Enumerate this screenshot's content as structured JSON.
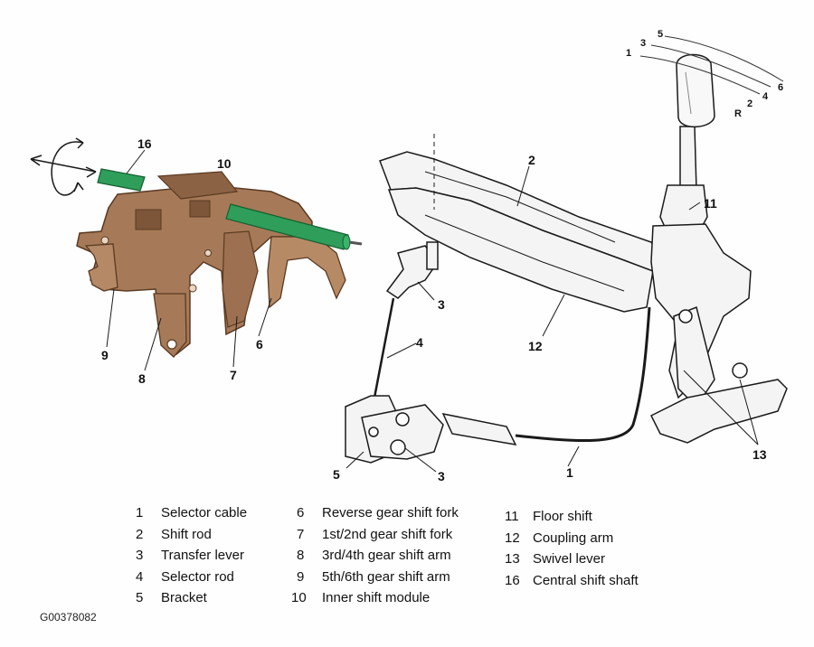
{
  "figure_id": "G00378082",
  "callouts": {
    "c1": "1",
    "c2": "2",
    "c3a": "3",
    "c3b": "3",
    "c4": "4",
    "c5": "5",
    "c6": "6",
    "c7": "7",
    "c8": "8",
    "c9": "9",
    "c10": "10",
    "c11": "11",
    "c12": "12",
    "c13": "13",
    "c16": "16"
  },
  "gear_positions": {
    "g1": "1",
    "g3": "3",
    "g5": "5",
    "gR": "R",
    "g2": "2",
    "g4": "4",
    "g6": "6"
  },
  "legend": [
    [
      {
        "num": "1",
        "text": "Selector cable"
      },
      {
        "num": "2",
        "text": "Shift rod"
      },
      {
        "num": "3",
        "text": "Transfer lever"
      },
      {
        "num": "4",
        "text": "Selector rod"
      },
      {
        "num": "5",
        "text": "Bracket"
      }
    ],
    [
      {
        "num": "6",
        "text": "Reverse gear shift fork"
      },
      {
        "num": "7",
        "text": "1st/2nd gear shift fork"
      },
      {
        "num": "8",
        "text": "3rd/4th gear shift arm"
      },
      {
        "num": "9",
        "text": "5th/6th gear shift arm"
      },
      {
        "num": "10",
        "text": "Inner shift module"
      }
    ],
    [
      {
        "num": "11",
        "text": "Floor shift"
      },
      {
        "num": "12",
        "text": "Coupling arm"
      },
      {
        "num": "13",
        "text": "Swivel lever"
      },
      {
        "num": "16",
        "text": "Central shift shaft"
      }
    ]
  ],
  "colors": {
    "housing": "#a67a58",
    "housing_dark": "#6e4a30",
    "shaft": "#2f9e5a",
    "line": "#1a1a1a"
  }
}
